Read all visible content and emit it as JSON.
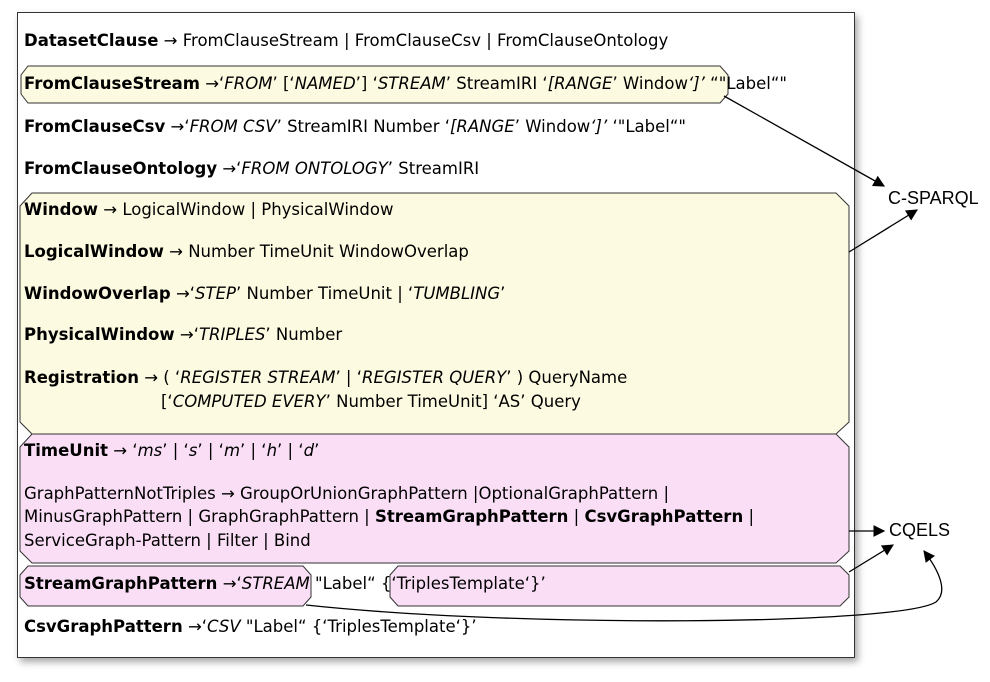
{
  "rules": {
    "dataset": {
      "head": "DatasetClause",
      "arrow": "→",
      "body": "FromClauseStream | FromClauseCsv | FromClauseOntology"
    },
    "from_stream": {
      "head": "FromClauseStream",
      "arrow": "→",
      "p1": "‘",
      "k1": "FROM",
      "p2": "’ [‘",
      "k2": "NAMED",
      "p3": "’] ‘",
      "k3": "STREAM",
      "p4": "’ StreamIRI ‘",
      "k4": "[RANGE",
      "p5": "’ Window",
      "k5": "‘]’",
      "p6": " “\"Label“\""
    },
    "from_csv": {
      "head": "FromClauseCsv",
      "arrow": "→",
      "p1": "‘",
      "k1": "FROM CSV",
      "p2": "’ StreamIRI Number ‘",
      "k2": "[RANGE",
      "p3": "’ Window",
      "k3": "‘]’",
      "p4": " ‘\"Label“\""
    },
    "from_ontology": {
      "head": "FromClauseOntology",
      "arrow": "→",
      "p1": "‘",
      "k1": "FROM ONTOLOGY",
      "p2": "’  StreamIRI"
    },
    "window": {
      "head": "Window",
      "arrow": "→",
      "body": "LogicalWindow | PhysicalWindow"
    },
    "logical_window": {
      "head": "LogicalWindow",
      "arrow": "→",
      "body": "Number TimeUnit WindowOverlap"
    },
    "window_overlap": {
      "head": "WindowOverlap",
      "arrow": "→",
      "p1": "‘",
      "k1": "STEP",
      "p2": "’ Number TimeUnit | ‘",
      "k2": "TUMBLING",
      "p3": "’"
    },
    "physical_window": {
      "head": "PhysicalWindow",
      "arrow": "→",
      "p1": "‘",
      "k1": "TRIPLES",
      "p2": "’ Number"
    },
    "registration": {
      "head": "Registration",
      "arrow": "→",
      "p1": "( ‘",
      "k1": "REGISTER STREAM",
      "p2": "’ | ‘",
      "k2": "REGISTER QUERY",
      "p3": "’ ) QueryName",
      "l2p1": "[‘",
      "l2k1": "COMPUTED EVERY",
      "l2p2": "’ Number TimeUnit] ‘AS’ Query"
    },
    "time_unit": {
      "head": "TimeUnit",
      "arrow": "→",
      "p1": "‘",
      "k1": "ms",
      "p2": "’ | ‘",
      "k2": "s",
      "p3": "’ | ‘",
      "k3": "m",
      "p4": "’ | ‘",
      "k4": "h",
      "p5": "’ | ‘",
      "k5": "d",
      "p6": "’"
    },
    "graph_pattern": {
      "line1": "GraphPatternNotTriples → GroupOrUnionGraphPattern |OptionalGraphPattern |",
      "line2a": "MinusGraphPattern | GraphGraphPattern | ",
      "line2b": "StreamGraphPattern",
      "line2c": " | ",
      "line2d": "CsvGraphPattern",
      "line2e": " |",
      "line3": "ServiceGraph-Pattern | Filter | Bind"
    },
    "stream_graph": {
      "head": "StreamGraphPattern",
      "arrow": "→",
      "p1": "‘",
      "k1": "STREAM",
      "p2": " \"Label“ {‘TriplesTemplate‘}’"
    },
    "csv_graph": {
      "head": "CsvGraphPattern",
      "arrow": "→",
      "p1": "‘",
      "k1": "CSV",
      "p2": " \"Label“ {‘TriplesTemplate‘}’"
    }
  },
  "labels": {
    "c_sparql": "C-SPARQL",
    "cqels": "CQELS"
  },
  "colors": {
    "yellow": "#fcfae0",
    "pink": "#f9def5",
    "border": "#333333"
  }
}
